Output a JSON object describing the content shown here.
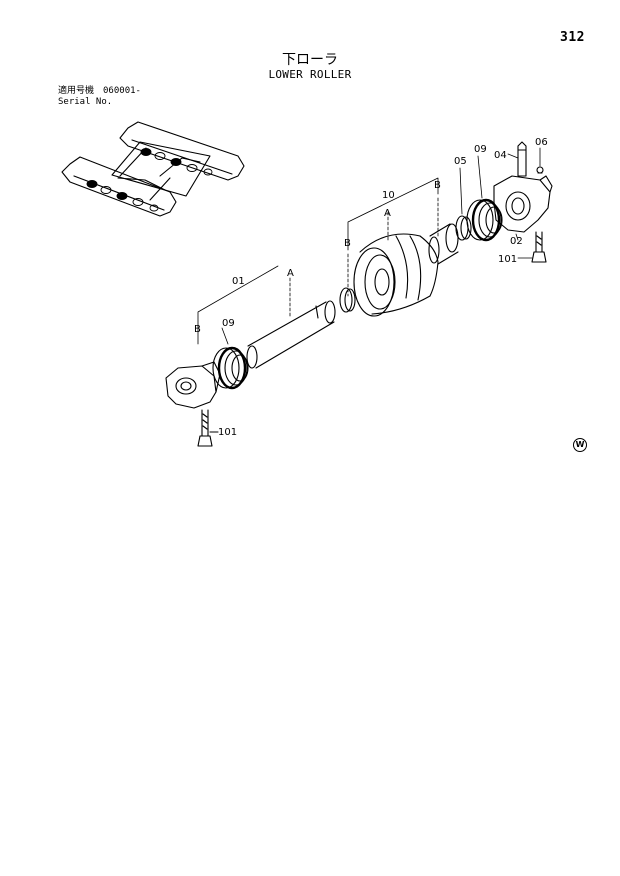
{
  "page_number": "312",
  "title_jp": "下ローラ",
  "title_en": "LOWER ROLLER",
  "serial": {
    "label_jp": "適用号機",
    "value": "060001-",
    "label_en": "Serial No."
  },
  "callouts": {
    "p01": "01",
    "p02": "02",
    "p04": "04",
    "p05": "05",
    "p06": "06",
    "p09_left": "09",
    "p09_right": "09",
    "p10": "10",
    "p101_left": "101",
    "p101_right": "101",
    "ref_a_left": "A",
    "ref_a_right": "A",
    "ref_b_left": "B",
    "ref_b_mid": "B",
    "ref_b_right": "B"
  },
  "mark": "W"
}
